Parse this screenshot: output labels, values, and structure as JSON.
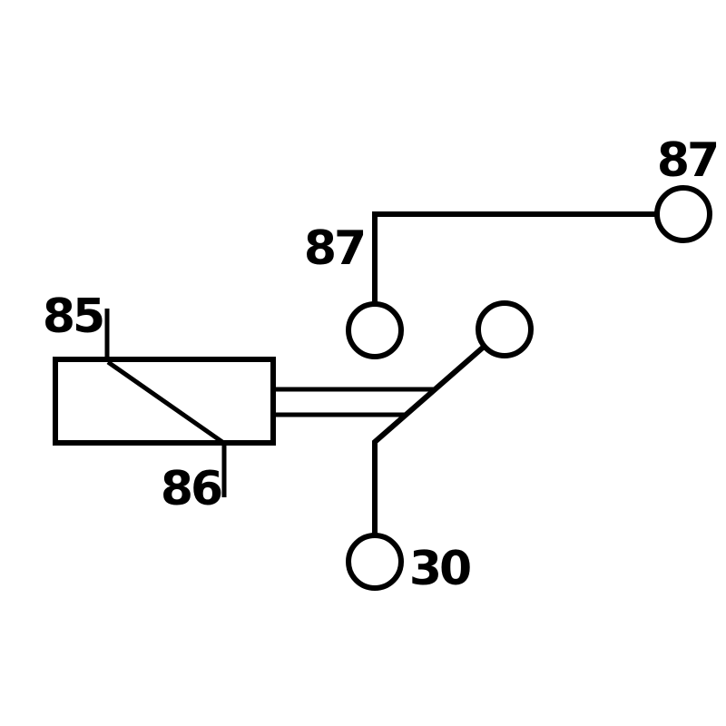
{
  "diagram": {
    "background_color": "#ffffff",
    "line_color": "#000000",
    "text_color": "#000000",
    "terminals": {
      "t87_right": "87",
      "t87_left": "87",
      "t85": "85",
      "t86": "86",
      "t30": "30"
    }
  }
}
